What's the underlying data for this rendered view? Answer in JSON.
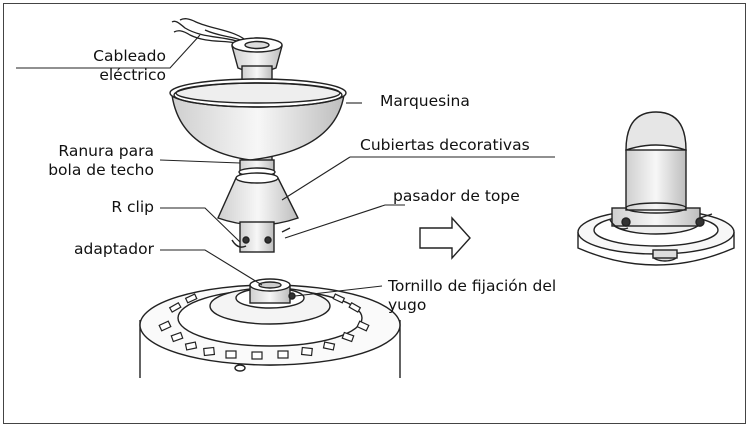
{
  "labels": {
    "wiring_line1": "Cableado",
    "wiring_line2": "eléctrico",
    "canopy": "Marquesina",
    "ball_slot_line1": "Ranura para",
    "ball_slot_line2": "bola de techo",
    "decorative_covers": "Cubiertas decorativas",
    "r_clip": "R clip",
    "stop_pin": "pasador de tope",
    "adapter": "adaptador",
    "yoke_screw_line1": "Tornillo de fijación del",
    "yoke_screw_line2": "yugo"
  },
  "colors": {
    "stroke": "#222222",
    "shade": "#d9d9d9",
    "leader": "#222222"
  },
  "icons": {
    "arrow": "hollow-right-arrow-icon"
  }
}
